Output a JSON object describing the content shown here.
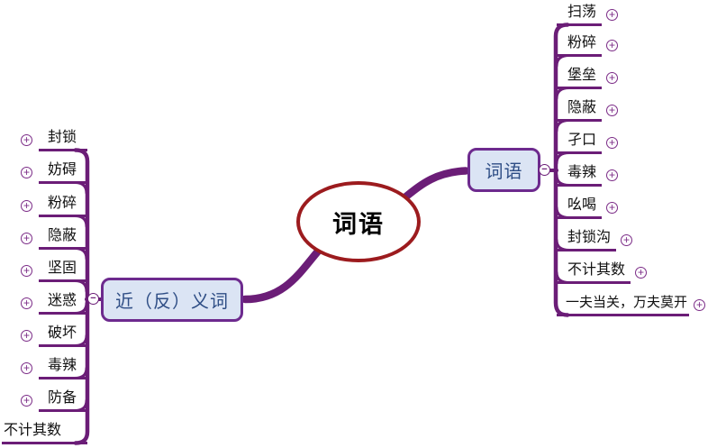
{
  "root": {
    "label": "词语"
  },
  "right_branch": {
    "label": "词语",
    "collapse_label": "−",
    "items": [
      {
        "label": "扫荡"
      },
      {
        "label": "粉碎"
      },
      {
        "label": "堡垒"
      },
      {
        "label": "隐蔽"
      },
      {
        "label": "孑口"
      },
      {
        "label": "毒辣"
      },
      {
        "label": "吆喝"
      },
      {
        "label": "封锁沟"
      },
      {
        "label": "不计其数"
      },
      {
        "label": "一夫当关，万夫莫开"
      }
    ]
  },
  "left_branch": {
    "label": "近（反）义词",
    "collapse_label": "−",
    "items": [
      {
        "label": "封锁"
      },
      {
        "label": "妨碍"
      },
      {
        "label": "粉碎"
      },
      {
        "label": "隐蔽"
      },
      {
        "label": "坚固"
      },
      {
        "label": "迷惑"
      },
      {
        "label": "破坏"
      },
      {
        "label": "毒辣"
      },
      {
        "label": "防备"
      },
      {
        "label": "不计其数"
      }
    ]
  },
  "icons": {
    "expand": "+",
    "collapse": "−"
  },
  "colors": {
    "branch": "#6b1d77",
    "root_border": "#9c1b1e",
    "node_fill": "#dbe4f4",
    "node_border": "#6d2a8e",
    "node_text": "#2e4d85"
  }
}
